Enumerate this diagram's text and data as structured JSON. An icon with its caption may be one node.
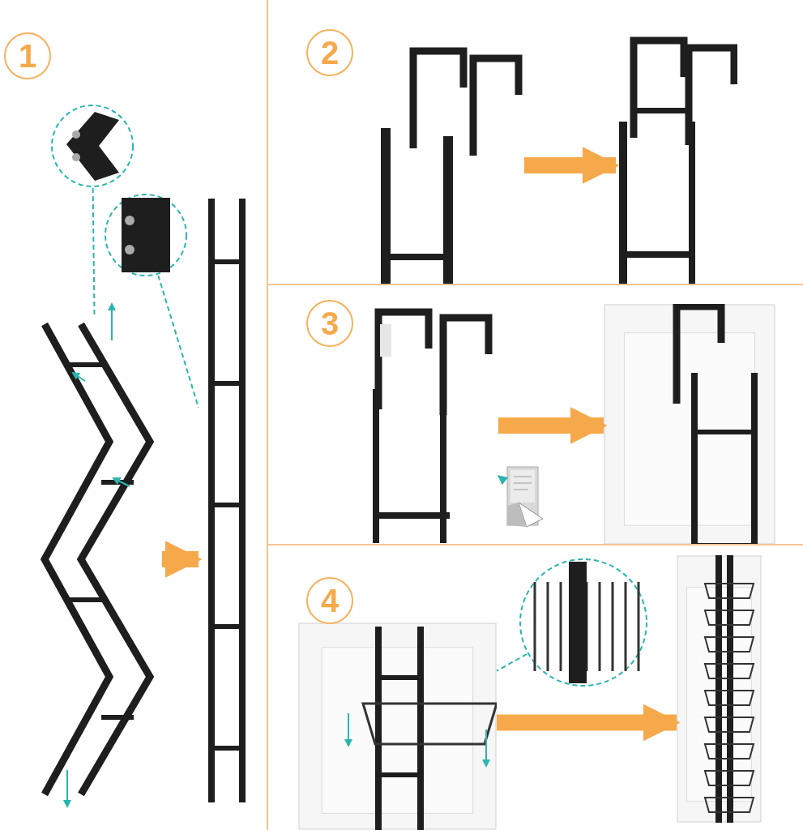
{
  "diagram": {
    "nodes": [
      {
        "text": [
          "1"
        ]
      },
      {
        "text": [],
        "shape": "picture"
      },
      {
        "text": [],
        "shape": "picture"
      },
      {
        "text": [],
        "shape": "picture"
      },
      {
        "text": [],
        "shape": "picture"
      },
      {
        "text": [
          "2"
        ]
      },
      {
        "text": [],
        "shape": "picture"
      },
      {
        "text": [],
        "shape": "picture"
      },
      {
        "text": [
          "3"
        ]
      },
      {
        "text": [],
        "shape": "picture"
      },
      {
        "text": [],
        "shape": "picture"
      },
      {
        "text": [],
        "shape": "picture"
      },
      {
        "text": [
          "4"
        ]
      },
      {
        "text": [],
        "shape": "picture"
      },
      {
        "text": [],
        "shape": "picture"
      },
      {
        "text": [],
        "shape": "picture"
      }
    ],
    "edges": [
      {
        "from": 1,
        "to": 3,
        "arrow": "none",
        "style": "dashed",
        "color": "#2bb5b0"
      },
      {
        "from": 2,
        "to": 4,
        "arrow": "none",
        "style": "dashed",
        "color": "#2bb5b0"
      },
      {
        "from": 3,
        "to": 4,
        "arrow": "to",
        "style": "thick",
        "color": "#f6a94a"
      },
      {
        "from": 6,
        "to": 7,
        "arrow": "to",
        "style": "thick",
        "color": "#f6a94a"
      },
      {
        "from": 9,
        "to": 11,
        "arrow": "to",
        "style": "thick",
        "color": "#f6a94a"
      },
      {
        "from": 10,
        "to": 9,
        "arrow": "to",
        "color": "#2bb5b0"
      },
      {
        "from": 14,
        "to": 13,
        "arrow": "none",
        "style": "dashed",
        "color": "#2bb5b0"
      },
      {
        "from": 13,
        "to": 15,
        "arrow": "to",
        "style": "thick",
        "color": "#f6a94a"
      }
    ]
  }
}
